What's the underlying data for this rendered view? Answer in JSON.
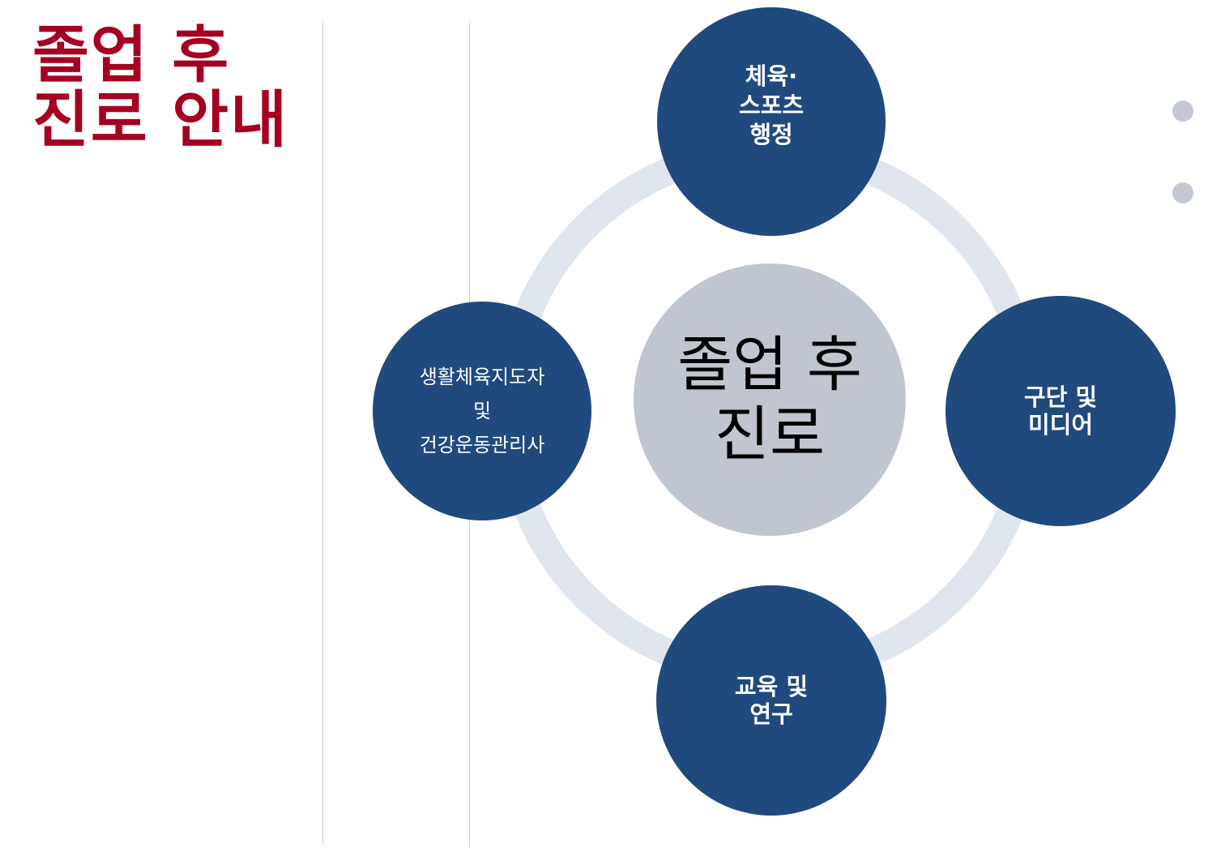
{
  "title": {
    "line1": "졸업 후",
    "line2": "진로 안내"
  },
  "diagram": {
    "center": {
      "line1": "졸업 후",
      "line2": "진로"
    },
    "nodes": {
      "top": {
        "lines": [
          "체육·",
          "스포츠",
          "행정"
        ]
      },
      "left": {
        "lines": [
          "생활체육지도자",
          "및",
          "건강운동관리사"
        ]
      },
      "right": {
        "lines": [
          "구단 및",
          "미디어"
        ]
      },
      "bottom": {
        "lines": [
          "교육 및",
          "연구"
        ]
      }
    }
  },
  "colors": {
    "title": "#a50021",
    "node_fill": "#204a7d",
    "center_fill": "#bfc6cf",
    "ring": "#e0e6ee",
    "divider": "#c5d2de",
    "bullet": "#c4c9d1"
  }
}
